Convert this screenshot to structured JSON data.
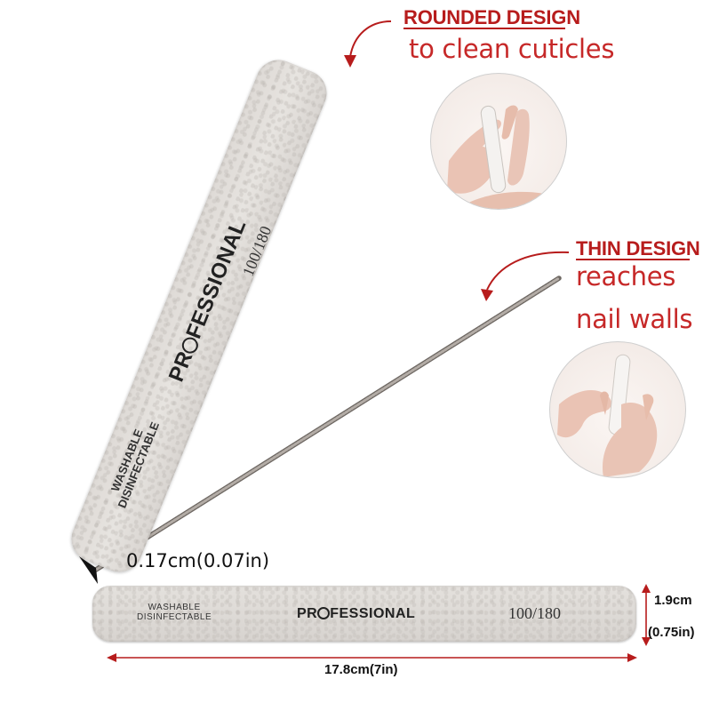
{
  "callouts": {
    "rounded": {
      "title": "ROUNDED DESIGN",
      "subtitle": "to clean cuticles"
    },
    "thin": {
      "title": "THIN DESIGN",
      "line1": "reaches",
      "line2": "nail walls"
    }
  },
  "file_print": {
    "brand_prefix": "PR",
    "brand_suffix": "FESSIONAL",
    "grit": "100/180",
    "washable": "WASHABLE",
    "disinfectable": "DISINFECTABLE"
  },
  "dimensions": {
    "thickness": "0.17cm(0.07in)",
    "width_cm": "1.9cm",
    "width_in": "(0.75in)",
    "length": "17.8cm(7in)"
  },
  "colors": {
    "accent_red": "#b71c1c",
    "file_surface": "#e0ddd9",
    "dimension_line": "#b71c1c"
  },
  "icons": {
    "rounded_arrow": "curved-arrow-down-icon",
    "thin_arrow": "curved-arrow-down-icon",
    "thickness_pointer": "arrowhead-icon"
  }
}
